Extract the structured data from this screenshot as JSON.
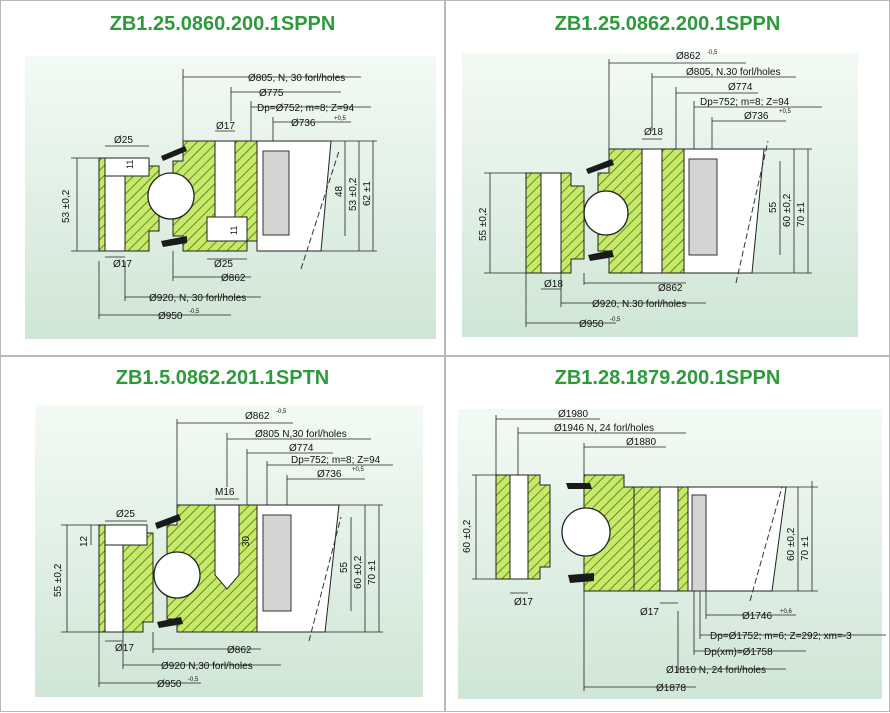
{
  "panels": [
    {
      "title": "ZB1.25.0860.200.1SPPN",
      "labels": {
        "d805": "Ø805,  N, 30 forl/holes",
        "d775": "Ø775",
        "dp": "Dp=Ø752; m=8; Z=94",
        "d17top": "Ø17",
        "d736": "Ø736",
        "d736tol": "+0,5",
        "d25top": "Ø25",
        "h11top": "11",
        "h53left": "53 ±0,2",
        "h48": "48",
        "h53right": "53 ±0,2",
        "h62": "62 ±1",
        "h11bot": "11",
        "d17bot": "Ø17",
        "d25bot": "Ø25",
        "d862": "Ø862",
        "d920": "Ø920,  N, 30 forl/holes",
        "d950": "Ø950",
        "d950tol": "-0,5"
      }
    },
    {
      "title": "ZB1.25.0862.200.1SPPN",
      "labels": {
        "d862top": "Ø862",
        "d862tol": "-0,5",
        "d805": "Ø805, N.30 forl/holes",
        "d774": "Ø774",
        "dp": "Dp=752; m=8; Z=94",
        "d736": "Ø736",
        "d736tol": "+0,5",
        "d18top": "Ø18",
        "h55left": "55 ±0,2",
        "h55": "55",
        "h60": "60 ±0,2",
        "h70": "70 ±1",
        "d18bot": "Ø18",
        "d862": "Ø862",
        "d920": "Ø920, N.30 forl/holes",
        "d950": "Ø950",
        "d950tol": "-0,5"
      }
    },
    {
      "title": "ZB1.5.0862.201.1SPTN",
      "labels": {
        "d862top": "Ø862",
        "d862tol": "-0,5",
        "d805": "Ø805     N,30 forl/holes",
        "d774": "Ø774",
        "dp": "Dp=752; m=8; Z=94",
        "d736": "Ø736",
        "d736tol": "+0,5",
        "m16": "M16",
        "d25": "Ø25",
        "h12": "12",
        "h30": "30",
        "h55left": "55 ±0,2",
        "h55": "55",
        "h60": "60 ±0,2",
        "h70": "70 ±1",
        "d17": "Ø17",
        "d862": "Ø862",
        "d920": "Ø920   N,30 forl/holes",
        "d950": "Ø950",
        "d950tol": "-0,5"
      }
    },
    {
      "title": "ZB1.28.1879.200.1SPPN",
      "labels": {
        "d1980": "Ø1980",
        "d1946": "Ø1946   N, 24 forl/holes",
        "d1880": "Ø1880",
        "h60left": "60 ±0,2",
        "h60": "60 ±0,2",
        "h70": "70 ±1",
        "d17left": "Ø17",
        "d17right": "Ø17",
        "d1746": "Ø1746",
        "d1746tol": "+0,6",
        "dp": "Dp=Ø1752; m=6; Z=292; xm=-3",
        "dpxm": "Dp(xm)=Ø1758",
        "d1810": "Ø1810   N, 24 forl/holes",
        "d1878": "Ø1878"
      }
    }
  ],
  "colors": {
    "title": "#2e9a3c",
    "hatch_fill": "#c8e86a",
    "hatch_line": "#3f7a10",
    "bg_top": "#f3faf4",
    "bg_bottom": "#cfe6d6",
    "gray_part": "#d4d4d4",
    "seal": "#1a1a1a"
  }
}
